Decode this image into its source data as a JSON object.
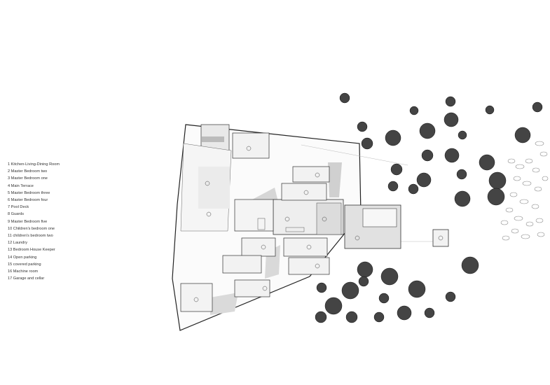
{
  "legend": [
    "1  Kitchen-Living-Dining Room",
    "2  Master Bedroom two",
    "3  Master Bedroom one",
    "4  Main Terrace",
    "5  Master Bedroom three",
    "6  Master Bedroom four",
    "7  Pool Deck",
    "8  Guards",
    "9  Master Bedroom five",
    "10 Children's bedroom one",
    "11 children's bedroom two",
    "12 Laundry",
    "13 Bedroom House Keeper",
    " 14 Open parking",
    "15 covered parking",
    "16 Machine room",
    "17 Garage and cellar"
  ]
}
